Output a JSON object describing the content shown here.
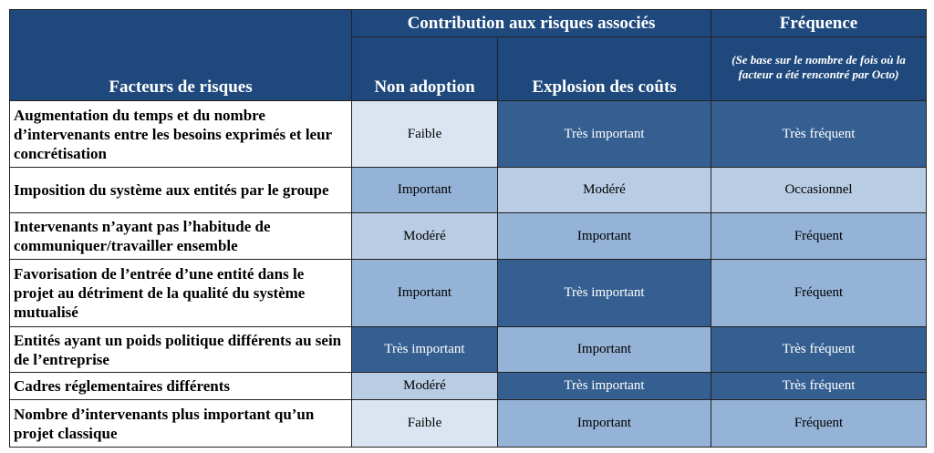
{
  "header": {
    "factors": "Facteurs de risques",
    "contribution": "Contribution aux risques associés",
    "frequency": "Fréquence",
    "non_adoption": "Non adoption",
    "cost_explosion": "Explosion des coûts",
    "frequency_note": "(Se base sur le nombre de fois où la facteur a été rencontré par Octo)"
  },
  "levels": {
    "Faible": "l1",
    "Modéré": "l2",
    "Important": "l3",
    "Très important": "l4",
    "Occasionnel": "l2",
    "Fréquent": "l3",
    "Très fréquent": "l4"
  },
  "rows": [
    {
      "factor": "Augmentation du temps et du nombre d’intervenants entre les besoins exprimés et leur concrétisation",
      "non_adoption": "Faible",
      "costs": "Très important",
      "frequency": "Très fréquent"
    },
    {
      "factor": "Imposition du système aux entités par le groupe",
      "non_adoption": "Important",
      "costs": "Modéré",
      "frequency": "Occasionnel"
    },
    {
      "factor": "Intervenants n’ayant pas l’habitude de communiquer/travailler ensemble",
      "non_adoption": "Modéré",
      "costs": "Important",
      "frequency": "Fréquent"
    },
    {
      "factor": "Favorisation de l’entrée d’une entité dans le projet au détriment de la qualité du système mutualisé",
      "non_adoption": "Important",
      "costs": "Très important",
      "frequency": "Fréquent"
    },
    {
      "factor": "Entités ayant un poids politique différents au sein de l’entreprise",
      "non_adoption": "Très important",
      "costs": "Important",
      "frequency": "Très fréquent"
    },
    {
      "factor": "Cadres réglementaires différents",
      "non_adoption": "Modéré",
      "costs": "Très important",
      "frequency": "Très fréquent"
    },
    {
      "factor": "Nombre d’intervenants plus important qu’un projet classique",
      "non_adoption": "Faible",
      "costs": "Important",
      "frequency": "Fréquent"
    }
  ]
}
